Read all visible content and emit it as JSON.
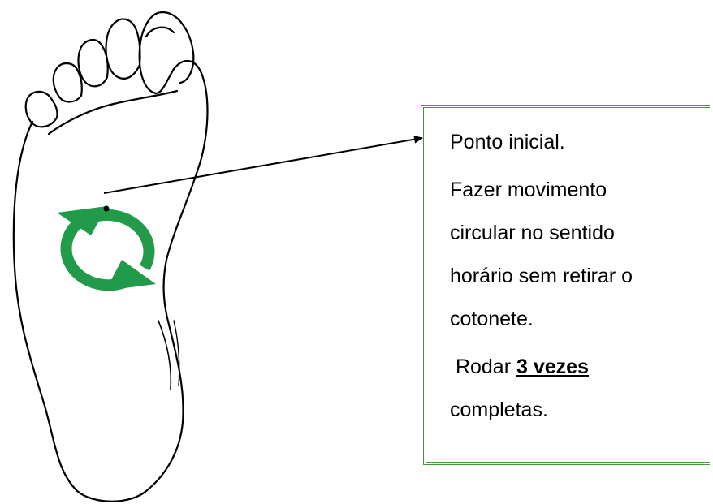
{
  "note": {
    "line1": "Ponto inicial.",
    "para2": [
      "Fazer movimento",
      "circular no sentido",
      "horário sem retirar o",
      "cotonete."
    ],
    "rodar_prefix": " Rodar ",
    "rodar_emph": "3 vezes",
    "rodar_suffix": "completas."
  },
  "colors": {
    "arrow_green": "#219a4a",
    "border_green": "#3f9a33",
    "outline": "#000000"
  },
  "icons": [
    "foot-outline-icon",
    "clockwise-circular-arrows-icon",
    "pointer-arrow-icon",
    "start-point-dot-icon"
  ]
}
